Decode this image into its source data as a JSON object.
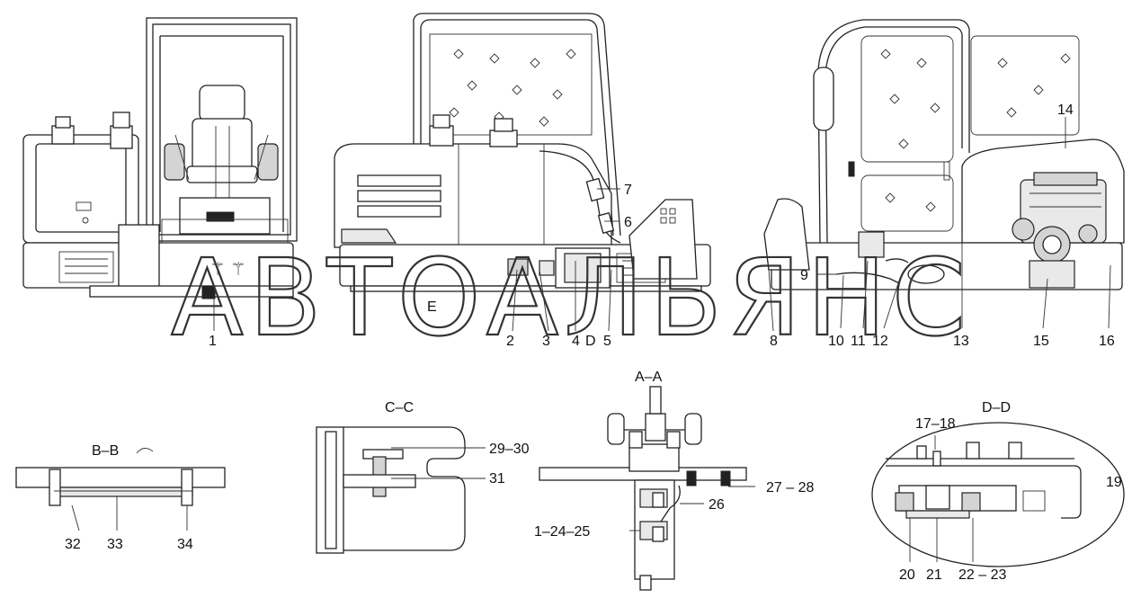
{
  "watermark": "АВТОАЛЬЯНС",
  "section_titles": {
    "aa": "A–A",
    "bb": "B–B",
    "cc": "C–C",
    "dd": "D–D",
    "d_marker": "D",
    "e_marker": "E"
  },
  "callouts": {
    "c1": "1",
    "c2": "2",
    "c3": "3",
    "c4": "4",
    "c5": "5",
    "c6": "6",
    "c7": "7",
    "c8": "8",
    "c9": "9",
    "c10": "10",
    "c11": "11",
    "c12": "12",
    "c13": "13",
    "c14": "14",
    "c15": "15",
    "c16": "16",
    "c17_18": "17–18",
    "c19": "19",
    "c20": "20",
    "c21": "21",
    "c22_23": "22 – 23",
    "c1_24_25": "1–24–25",
    "c26": "26",
    "c27_28": "27 – 28",
    "c29_30": "29–30",
    "c31": "31",
    "c32": "32",
    "c33": "33",
    "c34": "34"
  }
}
